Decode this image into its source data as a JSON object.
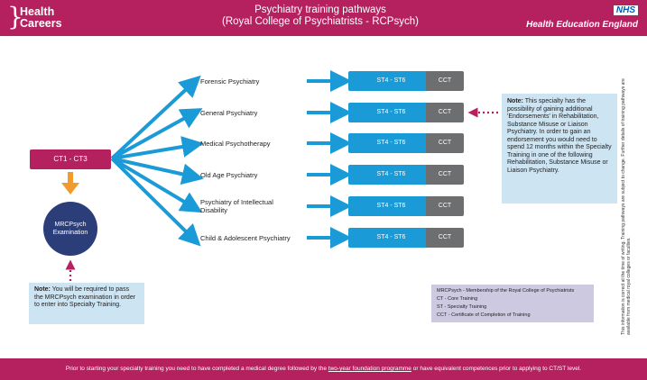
{
  "header": {
    "logo_line1": "Health",
    "logo_line2": "Careers",
    "title_line1": "Psychiatry training pathways",
    "title_line2": "(Royal College of Psychiatrists - RCPsych)",
    "nhs": "NHS",
    "hee": "Health Education England"
  },
  "flow": {
    "ct_label": "CT1 - CT3",
    "exam_label": "MRCPsych Examination",
    "specialties": [
      "Forensic Psychiatry",
      "General Psychiatry",
      "Medical Psychotherapy",
      "Old Age Psychiatry",
      "Psychiatry of Intellectual Disability",
      "Child & Adolescent Psychiatry"
    ],
    "st_label": "ST4 - ST6",
    "cct_label": "CCT"
  },
  "note_left": {
    "prefix": "Note:",
    "text": "You will be required to pass the MRCPsych examination in order to enter into Specialty Training."
  },
  "note_right": {
    "prefix": "Note:",
    "text": "This specialty has the possibility of gaining additional 'Endorsements' in Rehabilitation, Substance Misuse or Liaison Psychiatry. In order to gain an endorsement you would need to spend 12 months within the Specialty Training in one of the following Rehabilitation, Substance Misuse or Liaison Psychiatry."
  },
  "glossary": [
    "MRCPsych - Membership of the Royal College of Psychiatrists",
    "CT - Core Training",
    "ST - Specialty Training",
    "CCT - Certificate of Completion of Training"
  ],
  "side_note": "This information is correct at the time of writing. Training pathways are subject to change. Further details of training pathways are available from medical royal colleges or faculties.",
  "footer": {
    "before": "Prior to starting your specialty training you need to have completed a medical degree followed by the",
    "link": "two-year foundation programme",
    "after": "or have equivalent competences prior to applying to CT/ST level."
  },
  "colors": {
    "magenta": "#b5205f",
    "blue": "#1a9ad6",
    "navy": "#2c3e7a",
    "grey": "#6d6e70",
    "orange": "#f39a2d",
    "note_bg": "#cde4f3",
    "glossary_bg": "#cdc9e0"
  }
}
